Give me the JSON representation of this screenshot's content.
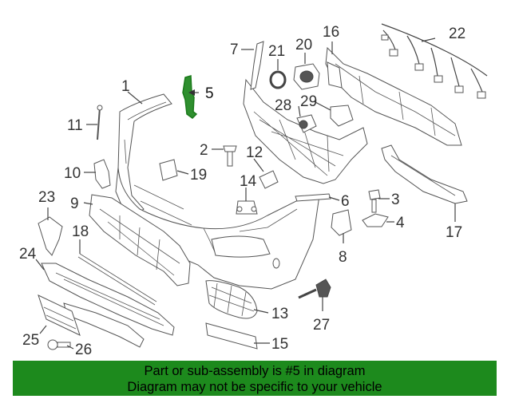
{
  "callouts": {
    "n1": "1",
    "n2": "2",
    "n3": "3",
    "n4": "4",
    "n5": "5",
    "n6": "6",
    "n7": "7",
    "n8": "8",
    "n9": "9",
    "n10": "10",
    "n11": "11",
    "n12": "12",
    "n13": "13",
    "n14": "14",
    "n15": "15",
    "n16": "16",
    "n17": "17",
    "n18": "18",
    "n19": "19",
    "n20": "20",
    "n21": "21",
    "n22": "22",
    "n23": "23",
    "n24": "24",
    "n25": "25",
    "n26": "26",
    "n27": "27",
    "n28": "28",
    "n29": "29"
  },
  "highlight": {
    "part": "5",
    "color": "#1a7a1a"
  },
  "banner": {
    "line1": "Part or sub-assembly is #5 in diagram",
    "line2": "Diagram may not be specific to your vehicle",
    "background": "#1d8a1d"
  }
}
